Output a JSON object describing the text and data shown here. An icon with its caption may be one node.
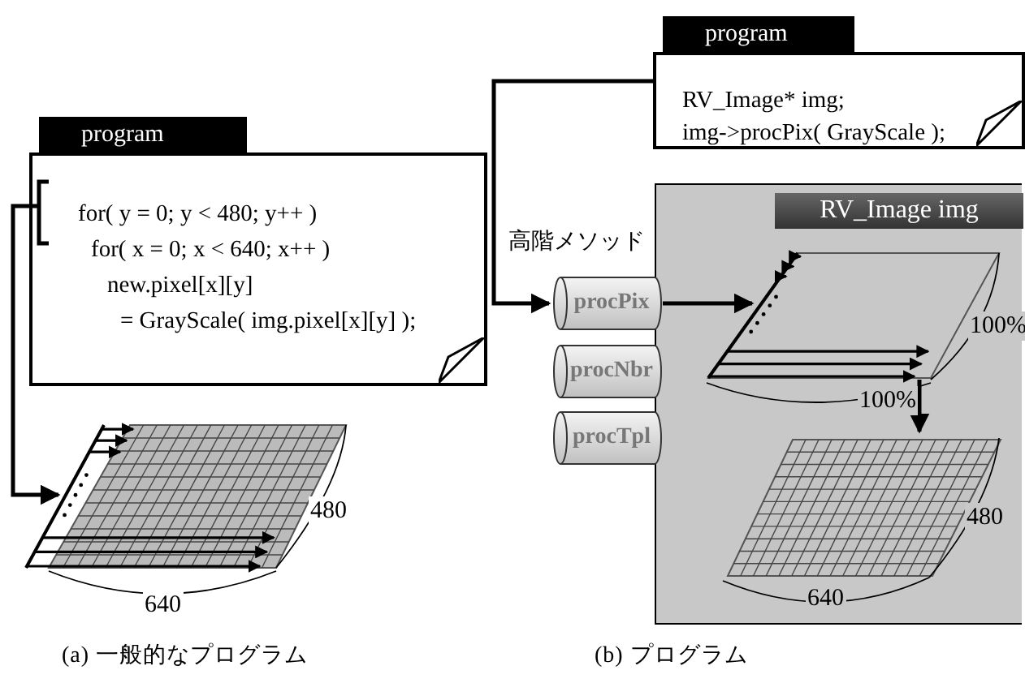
{
  "diagram": {
    "nodes": [
      {
        "text": [
          "program",
          "for( y = 0; y < 480; y++ )",
          "for( x = 0; x < 640; x++ )",
          "new.pixel[x][y]",
          "= GrayScale( img.pixel[x][y] );"
        ]
      },
      {
        "text": [],
        "shape": "picture"
      },
      {
        "text": [
          "program",
          "RV_Image* img;",
          "img->procPix( GrayScale );"
        ]
      },
      {
        "text": [
          "RV_Image img"
        ]
      },
      {
        "text": [
          "procPix"
        ]
      },
      {
        "text": [
          "procNbr"
        ]
      },
      {
        "text": [
          "procTpl"
        ]
      },
      {
        "text": [],
        "shape": "picture",
        "in": 3
      },
      {
        "text": [],
        "shape": "picture",
        "in": 3
      }
    ],
    "edges": [
      {
        "from": 0,
        "to": 1,
        "arrow": "to"
      },
      {
        "from": 2,
        "to": 4,
        "arrow": "to"
      },
      {
        "from": 4,
        "to": 7,
        "arrow": "to"
      },
      {
        "from": 7,
        "to": 8,
        "arrow": "to"
      }
    ],
    "labels": [
      "480",
      "640",
      "高階メソッド",
      "100%",
      "100%",
      "480",
      "640",
      "(a) 一般的なプログラム",
      "(b) プログラム"
    ]
  }
}
